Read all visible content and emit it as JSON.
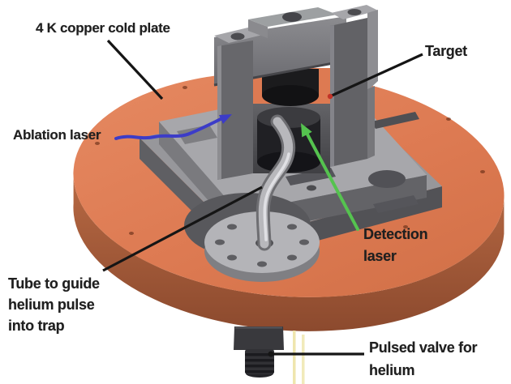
{
  "figure": {
    "labels": {
      "cold_plate": "4 K copper cold plate",
      "target": "Target",
      "ablation_laser": "Ablation laser",
      "detection_laser": "Detection\nlaser",
      "helium_tube": "Tube to guide\nhelium pulse\ninto trap",
      "pulsed_valve": "Pulsed valve for\nhelium"
    },
    "colors": {
      "background": "#ffffff",
      "label_text": "#1f1f1f",
      "copper_top": "#dd7a52",
      "copper_side": "#a65b3a",
      "steel_light": "#a7a7ab",
      "steel_dark": "#64646a",
      "black_part": "#1b1b1d",
      "leader_line": "#151515",
      "ablation_arrow": "#3c3cc8",
      "detection_arrow": "#55c34f",
      "target_tip": "#c23328",
      "helium_beam": "#efe6ae"
    }
  }
}
